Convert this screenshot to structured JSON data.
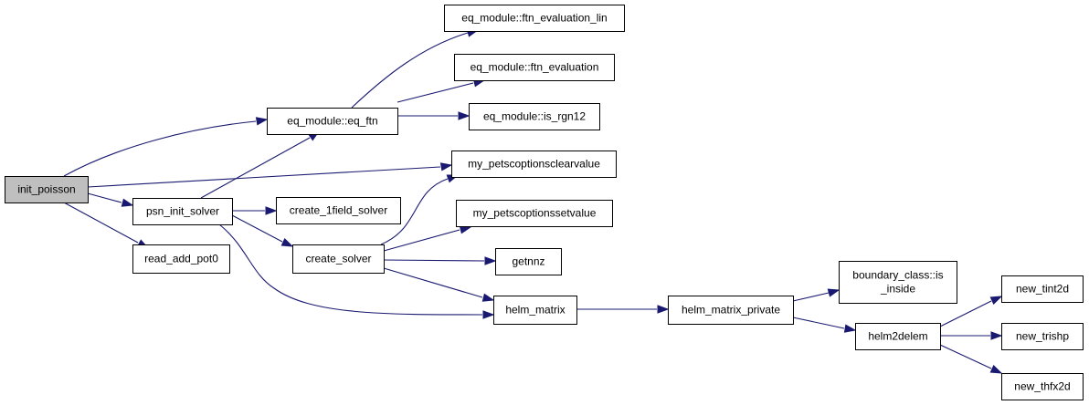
{
  "colors": {
    "edge": "#191970",
    "node_fill": "#ffffff",
    "root_fill": "#bfbfbf",
    "border": "#000000"
  },
  "nodes": [
    {
      "id": "init_poisson",
      "lines": [
        "init_poisson"
      ],
      "root": true
    },
    {
      "id": "psn_init_solver",
      "lines": [
        "psn_init_solver"
      ]
    },
    {
      "id": "read_add_pot0",
      "lines": [
        "read_add_pot0"
      ]
    },
    {
      "id": "eq_ftn",
      "lines": [
        "eq_module::eq_ftn"
      ]
    },
    {
      "id": "ftn_evaluation_lin",
      "lines": [
        "eq_module::ftn_evaluation_lin"
      ]
    },
    {
      "id": "ftn_evaluation",
      "lines": [
        "eq_module::ftn_evaluation"
      ]
    },
    {
      "id": "is_rgn12",
      "lines": [
        "eq_module::is_rgn12"
      ]
    },
    {
      "id": "clearvalue",
      "lines": [
        "my_petscoptionsclearvalue"
      ]
    },
    {
      "id": "create_1field_solver",
      "lines": [
        "create_1field_solver"
      ]
    },
    {
      "id": "setvalue",
      "lines": [
        "my_petscoptionssetvalue"
      ]
    },
    {
      "id": "create_solver",
      "lines": [
        "create_solver"
      ]
    },
    {
      "id": "getnnz",
      "lines": [
        "getnnz"
      ]
    },
    {
      "id": "helm_matrix",
      "lines": [
        "helm_matrix"
      ]
    },
    {
      "id": "helm_matrix_private",
      "lines": [
        "helm_matrix_private"
      ]
    },
    {
      "id": "is_inside",
      "lines": [
        "boundary_class::is",
        "_inside"
      ]
    },
    {
      "id": "helm2delem",
      "lines": [
        "helm2delem"
      ]
    },
    {
      "id": "new_tint2d",
      "lines": [
        "new_tint2d"
      ]
    },
    {
      "id": "new_trishp",
      "lines": [
        "new_trishp"
      ]
    },
    {
      "id": "new_thfx2d",
      "lines": [
        "new_thfx2d"
      ]
    }
  ],
  "edges": [
    {
      "from": "init_poisson",
      "to": "eq_ftn"
    },
    {
      "from": "init_poisson",
      "to": "clearvalue"
    },
    {
      "from": "init_poisson",
      "to": "psn_init_solver"
    },
    {
      "from": "init_poisson",
      "to": "read_add_pot0"
    },
    {
      "from": "psn_init_solver",
      "to": "eq_ftn"
    },
    {
      "from": "psn_init_solver",
      "to": "create_1field_solver"
    },
    {
      "from": "psn_init_solver",
      "to": "create_solver"
    },
    {
      "from": "psn_init_solver",
      "to": "helm_matrix"
    },
    {
      "from": "eq_ftn",
      "to": "ftn_evaluation_lin"
    },
    {
      "from": "eq_ftn",
      "to": "ftn_evaluation"
    },
    {
      "from": "eq_ftn",
      "to": "is_rgn12"
    },
    {
      "from": "create_solver",
      "to": "clearvalue"
    },
    {
      "from": "create_solver",
      "to": "setvalue"
    },
    {
      "from": "create_solver",
      "to": "getnnz"
    },
    {
      "from": "create_solver",
      "to": "helm_matrix"
    },
    {
      "from": "helm_matrix",
      "to": "helm_matrix_private"
    },
    {
      "from": "helm_matrix_private",
      "to": "is_inside"
    },
    {
      "from": "helm_matrix_private",
      "to": "helm2delem"
    },
    {
      "from": "helm2delem",
      "to": "new_tint2d"
    },
    {
      "from": "helm2delem",
      "to": "new_trishp"
    },
    {
      "from": "helm2delem",
      "to": "new_thfx2d"
    }
  ]
}
